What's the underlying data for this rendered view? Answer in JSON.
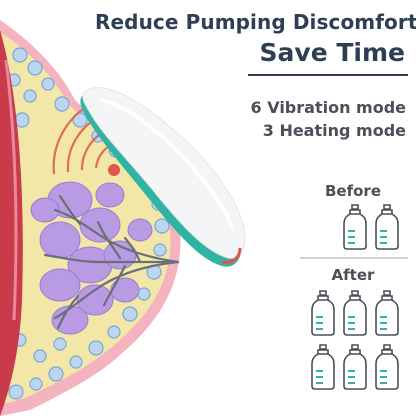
{
  "headline": {
    "line1": "Reduce Pumping Discomfort",
    "line2": "Save Time"
  },
  "features": [
    {
      "number": "6",
      "label": "Vibration mode"
    },
    {
      "number": "3",
      "label": "Heating mode"
    }
  ],
  "comparison": {
    "before_label": "Before",
    "after_label": "After",
    "before_bottles": 2,
    "after_bottles": 6
  },
  "colors": {
    "heading": "#2e3f55",
    "feature_text": "#4a4f58",
    "accent_teal": "#2fb3a2",
    "accent_red": "#e0564a",
    "tissue_purple": "#b89be3",
    "fat_yellow": "#f3e7a8",
    "skin_pink": "#f4b4bf",
    "duct_gray": "#6b6f7a"
  },
  "icons": [
    "milk-bottle-icon",
    "breast-pump-device",
    "breast-anatomy-illustration",
    "heat-wave-icon"
  ]
}
